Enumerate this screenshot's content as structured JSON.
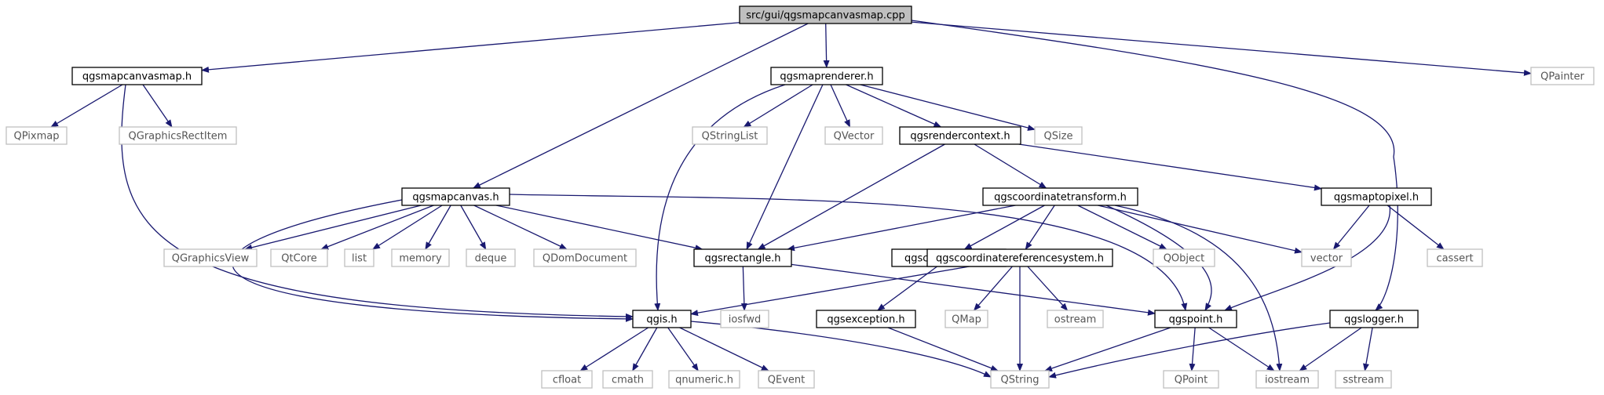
{
  "colors": {
    "edge": "#191970",
    "root_fill": "#bfbfbf",
    "root_border": "#000000",
    "local_border": "#000000",
    "external_border": "#bfbfbf",
    "external_text": "#555555",
    "background": "#ffffff"
  },
  "nodes": [
    {
      "id": "root",
      "label": "src/gui/qgsmapcanvasmap.cpp",
      "kind": "root"
    },
    {
      "id": "canvasmap_h",
      "label": "qgsmapcanvasmap.h",
      "kind": "local"
    },
    {
      "id": "maprenderer_h",
      "label": "qgsmaprenderer.h",
      "kind": "local"
    },
    {
      "id": "qpainter",
      "label": "QPainter",
      "kind": "external"
    },
    {
      "id": "qpixmap",
      "label": "QPixmap",
      "kind": "external"
    },
    {
      "id": "qgraphicsrectitem",
      "label": "QGraphicsRectItem",
      "kind": "external"
    },
    {
      "id": "qstringlist",
      "label": "QStringList",
      "kind": "external"
    },
    {
      "id": "qvector",
      "label": "QVector",
      "kind": "external"
    },
    {
      "id": "rendercontext_h",
      "label": "qgsrendercontext.h",
      "kind": "local"
    },
    {
      "id": "qsize",
      "label": "QSize",
      "kind": "external"
    },
    {
      "id": "mapcanvas_h",
      "label": "qgsmapcanvas.h",
      "kind": "local"
    },
    {
      "id": "coordtransform_h",
      "label": "qgscoordinatetransform.h",
      "kind": "local"
    },
    {
      "id": "maptopixel_h",
      "label": "qgsmaptopixel.h",
      "kind": "local"
    },
    {
      "id": "qgraphicsview",
      "label": "QGraphicsView",
      "kind": "external"
    },
    {
      "id": "qtcore",
      "label": "QtCore",
      "kind": "external"
    },
    {
      "id": "list",
      "label": "list",
      "kind": "external"
    },
    {
      "id": "memory",
      "label": "memory",
      "kind": "external"
    },
    {
      "id": "deque",
      "label": "deque",
      "kind": "external"
    },
    {
      "id": "qdomdocument",
      "label": "QDomDocument",
      "kind": "external"
    },
    {
      "id": "rectangle_h",
      "label": "qgsrectangle.h",
      "kind": "local"
    },
    {
      "id": "csexception_h",
      "label": "qgscsexception.h",
      "kind": "local"
    },
    {
      "id": "crs_h",
      "label": "qgscoordinatereferencesystem.h",
      "kind": "local"
    },
    {
      "id": "qobject",
      "label": "QObject",
      "kind": "external"
    },
    {
      "id": "vector",
      "label": "vector",
      "kind": "external"
    },
    {
      "id": "cassert",
      "label": "cassert",
      "kind": "external"
    },
    {
      "id": "qgis_h",
      "label": "qgis.h",
      "kind": "local"
    },
    {
      "id": "iosfwd",
      "label": "iosfwd",
      "kind": "external"
    },
    {
      "id": "exception_h",
      "label": "qgsexception.h",
      "kind": "local"
    },
    {
      "id": "qmap",
      "label": "QMap",
      "kind": "external"
    },
    {
      "id": "ostream",
      "label": "ostream",
      "kind": "external"
    },
    {
      "id": "point_h",
      "label": "qgspoint.h",
      "kind": "local"
    },
    {
      "id": "logger_h",
      "label": "qgslogger.h",
      "kind": "local"
    },
    {
      "id": "cfloat",
      "label": "cfloat",
      "kind": "external"
    },
    {
      "id": "cmath",
      "label": "cmath",
      "kind": "external"
    },
    {
      "id": "qnumeric_h",
      "label": "qnumeric.h",
      "kind": "external"
    },
    {
      "id": "qevent",
      "label": "QEvent",
      "kind": "external"
    },
    {
      "id": "qstring",
      "label": "QString",
      "kind": "external"
    },
    {
      "id": "qpoint",
      "label": "QPoint",
      "kind": "external"
    },
    {
      "id": "iostream",
      "label": "iostream",
      "kind": "external"
    },
    {
      "id": "sstream",
      "label": "sstream",
      "kind": "external"
    }
  ],
  "edges": [
    {
      "from": "root",
      "to": "canvasmap_h"
    },
    {
      "from": "root",
      "to": "maprenderer_h"
    },
    {
      "from": "root",
      "to": "qpainter"
    },
    {
      "from": "root",
      "to": "mapcanvas_h"
    },
    {
      "from": "root",
      "to": "logger_h"
    },
    {
      "from": "canvasmap_h",
      "to": "qpixmap"
    },
    {
      "from": "canvasmap_h",
      "to": "qgraphicsrectitem"
    },
    {
      "from": "canvasmap_h",
      "to": "qgis_h"
    },
    {
      "from": "maprenderer_h",
      "to": "qstringlist"
    },
    {
      "from": "maprenderer_h",
      "to": "qvector"
    },
    {
      "from": "maprenderer_h",
      "to": "rendercontext_h"
    },
    {
      "from": "maprenderer_h",
      "to": "qsize"
    },
    {
      "from": "maprenderer_h",
      "to": "rectangle_h"
    },
    {
      "from": "maprenderer_h",
      "to": "qgis_h"
    },
    {
      "from": "rendercontext_h",
      "to": "coordtransform_h"
    },
    {
      "from": "rendercontext_h",
      "to": "maptopixel_h"
    },
    {
      "from": "rendercontext_h",
      "to": "rectangle_h"
    },
    {
      "from": "mapcanvas_h",
      "to": "qgraphicsview"
    },
    {
      "from": "mapcanvas_h",
      "to": "qtcore"
    },
    {
      "from": "mapcanvas_h",
      "to": "list"
    },
    {
      "from": "mapcanvas_h",
      "to": "memory"
    },
    {
      "from": "mapcanvas_h",
      "to": "deque"
    },
    {
      "from": "mapcanvas_h",
      "to": "qdomdocument"
    },
    {
      "from": "mapcanvas_h",
      "to": "rectangle_h"
    },
    {
      "from": "mapcanvas_h",
      "to": "point_h"
    },
    {
      "from": "mapcanvas_h",
      "to": "qgis_h"
    },
    {
      "from": "coordtransform_h",
      "to": "rectangle_h"
    },
    {
      "from": "coordtransform_h",
      "to": "csexception_h"
    },
    {
      "from": "coordtransform_h",
      "to": "crs_h"
    },
    {
      "from": "coordtransform_h",
      "to": "qobject"
    },
    {
      "from": "coordtransform_h",
      "to": "vector"
    },
    {
      "from": "coordtransform_h",
      "to": "point_h"
    },
    {
      "from": "coordtransform_h",
      "to": "iostream"
    },
    {
      "from": "maptopixel_h",
      "to": "vector"
    },
    {
      "from": "maptopixel_h",
      "to": "cassert"
    },
    {
      "from": "maptopixel_h",
      "to": "point_h"
    },
    {
      "from": "rectangle_h",
      "to": "iosfwd"
    },
    {
      "from": "rectangle_h",
      "to": "point_h"
    },
    {
      "from": "csexception_h",
      "to": "exception_h"
    },
    {
      "from": "crs_h",
      "to": "qgis_h"
    },
    {
      "from": "crs_h",
      "to": "qmap"
    },
    {
      "from": "crs_h",
      "to": "ostream"
    },
    {
      "from": "crs_h",
      "to": "qstring"
    },
    {
      "from": "exception_h",
      "to": "qstring"
    },
    {
      "from": "qgis_h",
      "to": "cfloat"
    },
    {
      "from": "qgis_h",
      "to": "cmath"
    },
    {
      "from": "qgis_h",
      "to": "qnumeric_h"
    },
    {
      "from": "qgis_h",
      "to": "qevent"
    },
    {
      "from": "qgis_h",
      "to": "qstring"
    },
    {
      "from": "point_h",
      "to": "qstring"
    },
    {
      "from": "point_h",
      "to": "qpoint"
    },
    {
      "from": "point_h",
      "to": "iostream"
    },
    {
      "from": "logger_h",
      "to": "qstring"
    },
    {
      "from": "logger_h",
      "to": "iostream"
    },
    {
      "from": "logger_h",
      "to": "sstream"
    }
  ]
}
